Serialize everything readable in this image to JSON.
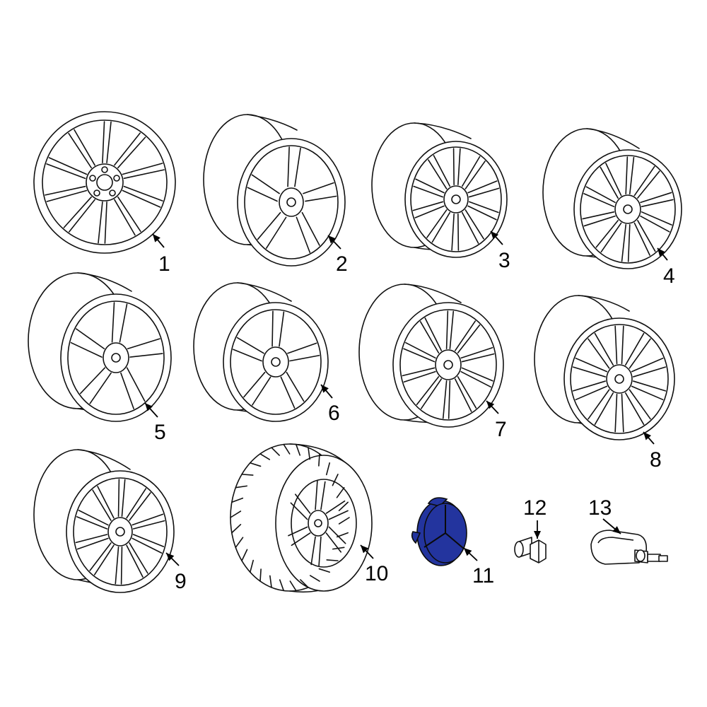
{
  "parts": [
    {
      "id": "wheel-1",
      "label": "1"
    },
    {
      "id": "wheel-2",
      "label": "2"
    },
    {
      "id": "wheel-3",
      "label": "3"
    },
    {
      "id": "wheel-4",
      "label": "4"
    },
    {
      "id": "wheel-5",
      "label": "5"
    },
    {
      "id": "wheel-6",
      "label": "6"
    },
    {
      "id": "wheel-7",
      "label": "7"
    },
    {
      "id": "wheel-8",
      "label": "8"
    },
    {
      "id": "wheel-9",
      "label": "9"
    },
    {
      "id": "tire-wheel-assembly",
      "label": "10"
    },
    {
      "id": "center-cap",
      "label": "11",
      "highlight_color": "#23349e"
    },
    {
      "id": "lug-bolt",
      "label": "12"
    },
    {
      "id": "tpms-sensor",
      "label": "13"
    }
  ]
}
